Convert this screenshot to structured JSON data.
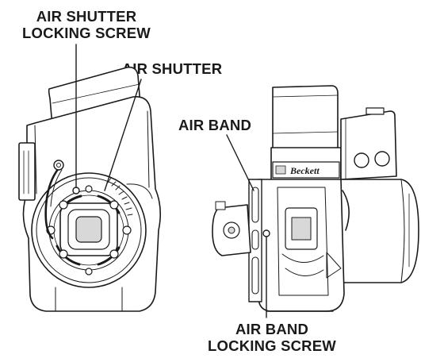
{
  "labels": {
    "air_shutter_locking_screw": [
      "AIR SHUTTER",
      "LOCKING SCREW"
    ],
    "air_shutter": "AIR SHUTTER",
    "air_band": "AIR BAND",
    "air_band_locking_screw": [
      "AIR BAND",
      "LOCKING SCREW"
    ]
  },
  "nameplate": {
    "brand": "Beckett"
  },
  "colors": {
    "ink": "#1a1a1a",
    "background": "#ffffff",
    "shading": "#d8d8d8"
  }
}
